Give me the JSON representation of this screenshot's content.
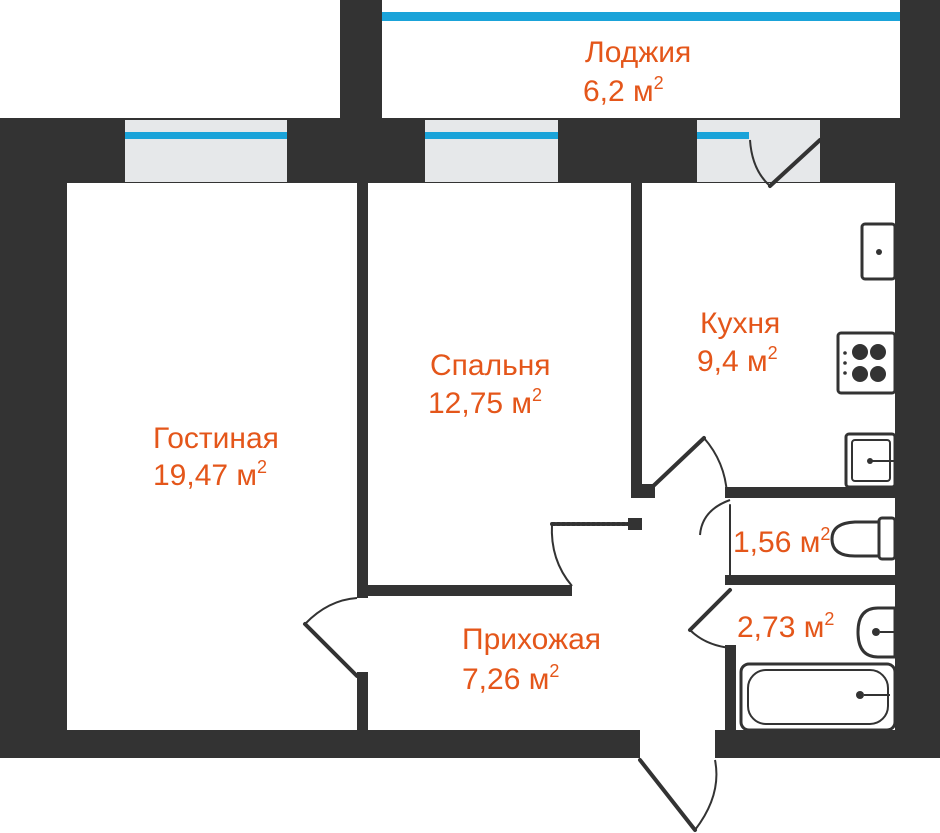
{
  "rooms": [
    {
      "id": "loggia",
      "name": "Лоджия",
      "area": "6,2 м",
      "sup": "2"
    },
    {
      "id": "living",
      "name": "Гостиная",
      "area": "19,47 м",
      "sup": "2"
    },
    {
      "id": "bedroom",
      "name": "Спальня",
      "area": "12,75 м",
      "sup": "2"
    },
    {
      "id": "kitchen",
      "name": "Кухня",
      "area": "9,4 м",
      "sup": "2"
    },
    {
      "id": "hallway",
      "name": "Прихожая",
      "area": "7,26 м",
      "sup": "2"
    },
    {
      "id": "toilet",
      "name": "",
      "area": "1,56 м",
      "sup": "2"
    },
    {
      "id": "bathroom",
      "name": "",
      "area": "2,73 м",
      "sup": "2"
    }
  ],
  "colors": {
    "wall": "#333333",
    "label": "#e4561a",
    "window_glass": "#1aa3d9",
    "window_frame": "#e6e8ea",
    "floor": "#ffffff"
  },
  "icons": [
    "sink-icon",
    "stove-icon",
    "kitchen-sink-icon",
    "toilet-icon",
    "washbasin-icon",
    "bathtub-icon"
  ]
}
